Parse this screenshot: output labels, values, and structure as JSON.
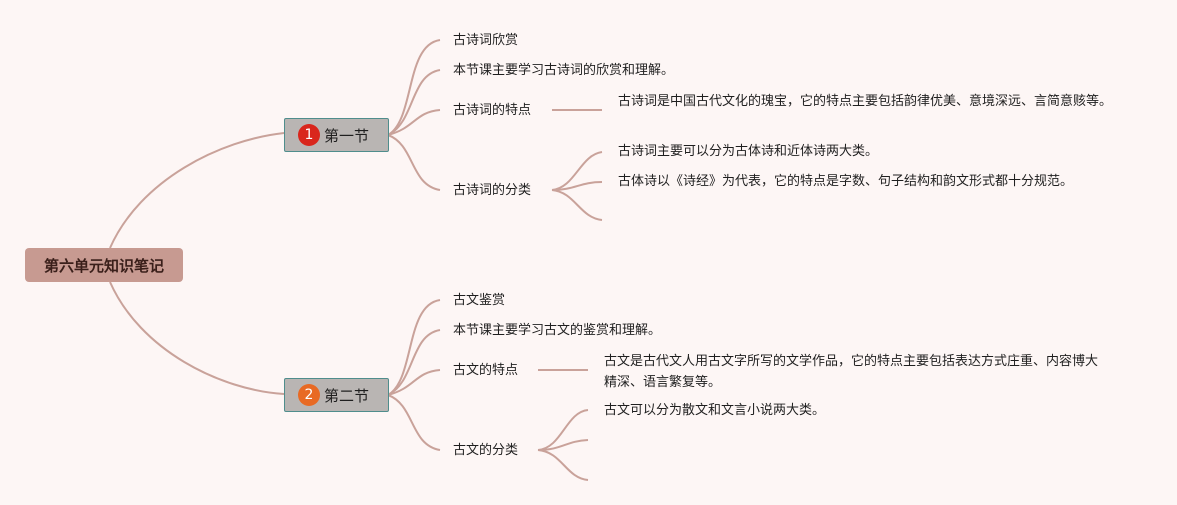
{
  "root": {
    "title": "第六单元知识笔记"
  },
  "sections": [
    {
      "number": "1",
      "title": "第一节",
      "topic": "古诗词欣赏",
      "intro": "本节课主要学习古诗词的欣赏和理解。",
      "features_label": "古诗词的特点",
      "features_desc": "古诗词是中国古代文化的瑰宝，它的特点主要包括韵律优美、意境深远、言简意赅等。",
      "categories_label": "古诗词的分类",
      "categories_items": [
        "古诗词主要可以分为古体诗和近体诗两大类。",
        "古体诗以《诗经》为代表，它的特点是字数、句子结构和韵文形式都十分规范。",
        ""
      ]
    },
    {
      "number": "2",
      "title": "第二节",
      "topic": "古文鉴赏",
      "intro": "本节课主要学习古文的鉴赏和理解。",
      "features_label": "古文的特点",
      "features_desc": "古文是古代文人用古文字所写的文学作品，它的特点主要包括表达方式庄重、内容博大精深、语言繁复等。",
      "categories_label": "古文的分类",
      "categories_items": [
        "古文可以分为散文和文言小说两大类。",
        "",
        ""
      ]
    }
  ],
  "colors": {
    "connector": "#c9a29a",
    "root_bg": "#c79a91",
    "section_bg": "#b9b5b3",
    "section_border": "#4f8d8c",
    "badge_1": "#d9261c",
    "badge_2": "#e86a24"
  }
}
